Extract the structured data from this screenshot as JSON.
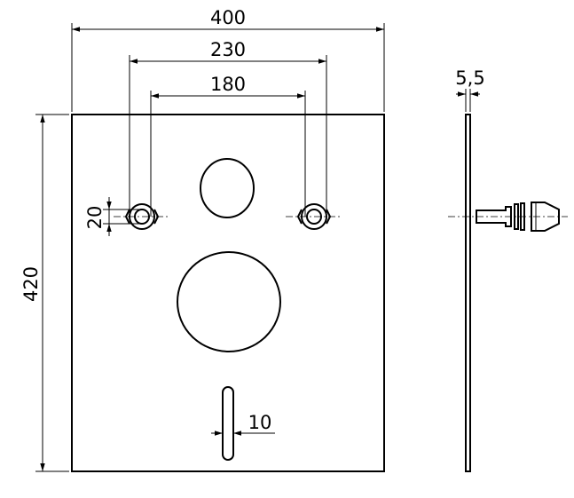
{
  "dimensions": {
    "overall_width": "400",
    "outer_hole_spacing": "230",
    "inner_hole_spacing": "180",
    "overall_height": "420",
    "hole_slot_height": "20",
    "slot_width": "10",
    "plate_thickness": "5,5"
  }
}
